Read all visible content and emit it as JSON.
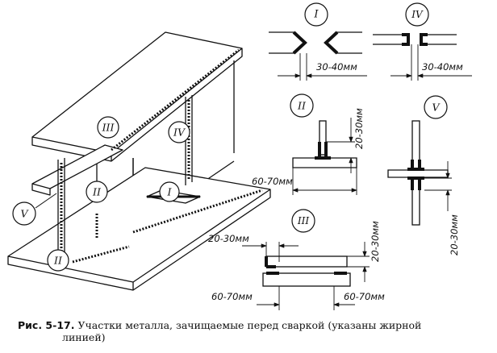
{
  "figure": {
    "labels": {
      "I": "I",
      "II": "II",
      "III": "III",
      "IV": "IV",
      "V": "V"
    },
    "dimensions": {
      "d_30_40": "30-40мм",
      "d_20_30": "20-30мм",
      "d_60_70": "60-70мм"
    }
  },
  "caption": {
    "number": "Рис. 5-17.",
    "line1": "Участки металла, зачищаемые перед сваркой (указаны жирной",
    "line2": "линией)"
  }
}
